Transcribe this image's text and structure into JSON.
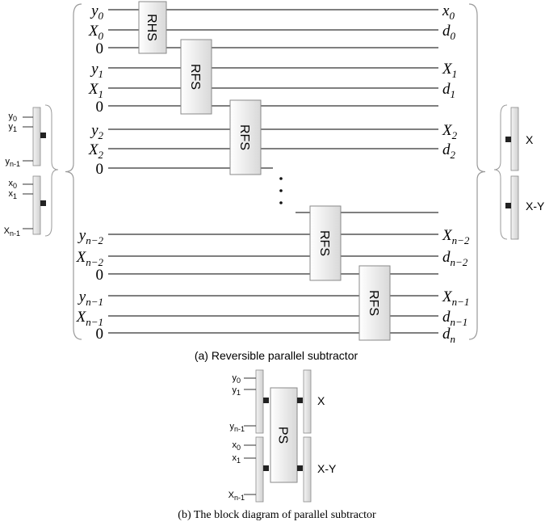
{
  "diagram_a": {
    "caption": "(a) Reversible parallel subtractor",
    "left_labels": [
      {
        "base": "y",
        "sub": "0"
      },
      {
        "base": "X",
        "sub": "0"
      },
      {
        "base": "0",
        "sub": ""
      },
      {
        "base": "y",
        "sub": "1"
      },
      {
        "base": "X",
        "sub": "1"
      },
      {
        "base": "0",
        "sub": ""
      },
      {
        "base": "y",
        "sub": "2"
      },
      {
        "base": "X",
        "sub": "2"
      },
      {
        "base": "0",
        "sub": ""
      },
      {
        "base": "y",
        "sub": "n−2"
      },
      {
        "base": "X",
        "sub": "n−2"
      },
      {
        "base": "0",
        "sub": ""
      },
      {
        "base": "y",
        "sub": "n−1"
      },
      {
        "base": "X",
        "sub": "n−1"
      },
      {
        "base": "0",
        "sub": ""
      }
    ],
    "right_labels": [
      {
        "base": "x",
        "sub": "0"
      },
      {
        "base": "d",
        "sub": "0"
      },
      {
        "base": "X",
        "sub": "1"
      },
      {
        "base": "d",
        "sub": "1"
      },
      {
        "base": "X",
        "sub": "2"
      },
      {
        "base": "d",
        "sub": "2"
      },
      {
        "base": "X",
        "sub": "n−2"
      },
      {
        "base": "d",
        "sub": "n−2"
      },
      {
        "base": "X",
        "sub": "n−1"
      },
      {
        "base": "d",
        "sub": "n−1"
      },
      {
        "base": "d",
        "sub": "n"
      }
    ],
    "gates": [
      "RHS",
      "RFS",
      "RFS",
      "RFS",
      "RFS"
    ],
    "dots": "⋮"
  },
  "side_block_left": {
    "group1": [
      "y0",
      "y1",
      "yn-1"
    ],
    "group2": [
      "x0",
      "x1",
      "Xn-1"
    ]
  },
  "side_block_right": {
    "outputs": [
      "X",
      "X-Y"
    ]
  },
  "diagram_b": {
    "caption": "(b) The block diagram of parallel subtractor",
    "block_label": "PS",
    "group1": [
      "y0",
      "y1",
      "yn-1"
    ],
    "group2": [
      "x0",
      "x1",
      "Xn-1"
    ],
    "outputs": [
      "X",
      "X-Y"
    ]
  }
}
